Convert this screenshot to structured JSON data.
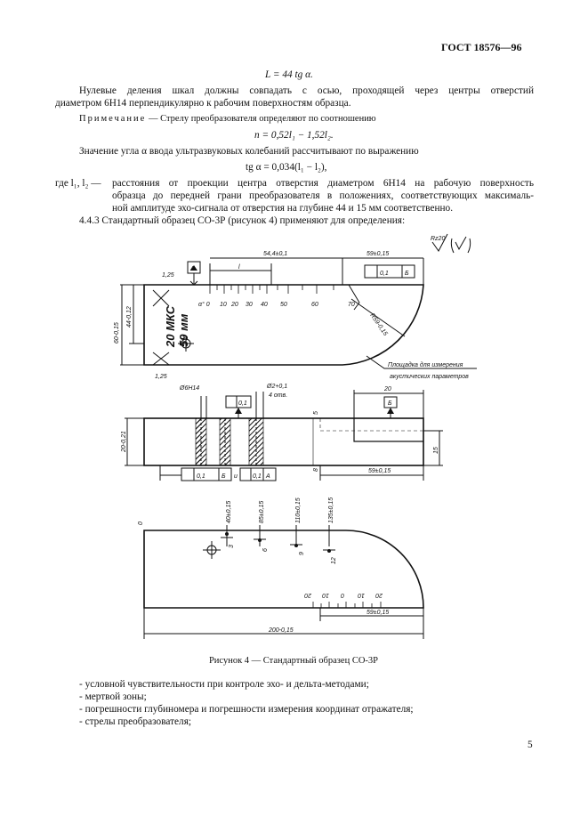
{
  "header": {
    "gost": "ГОСТ 18576—96"
  },
  "formula_L": "L = 44 tg α.",
  "para_zero": "Нулевые деления шкал должны совпадать с осью, проходящей через центры отверстий",
  "para_zero_2": "диаметром 6Н14 перпендикулярно к рабочим поверхностям образца.",
  "note_label": "Примечание",
  "note_text": " — Стрелу преобразователя определяют по соотношению",
  "formula_n": "n = 0,52l₁ − 1,52l₂.",
  "para_angle": "Значение угла α ввода ультразвуковых колебаний рассчитывают по выражению",
  "formula_tg": "tg α = 0,034(l₁ − l₂),",
  "where_lead": "где l₁, l₂ —",
  "where_1": "расстояния от проекции центра отверстия диаметром 6Н14 на рабочую поверхность",
  "where_2": "образца до передней грани преобразователя в положениях, соответствующих максималь-",
  "where_3": "ной амплитуде эхо-сигнала от отверстия на глубине 44 и 15 мм соответственно.",
  "clause": "4.4.3  Стандартный образец СО-3Р (рисунок 4) применяют для определения:",
  "figure": {
    "caption": "Рисунок 4 — Стандартный образец СО-3Р",
    "roughness": "Rz20",
    "dims": {
      "top_len": "54,4±0,1",
      "right_top": "59±0,15",
      "chamfer": "1,25",
      "chamfer_b": "1,25",
      "height_a": "60-0,15",
      "height_b": "44-0,12",
      "marking": "20 МКС",
      "marking_2": "59 мм",
      "radius": "R59-0,15",
      "surface_note": "Площадка для измерения",
      "surface_note_2": "акустических параметров",
      "hole_d": "Ø6Н14",
      "hole_d2": "Ø2+0,1",
      "holes_count": "4 отв.",
      "width": "20-0,21",
      "step": "20",
      "step_h": "5",
      "step_h2": "8",
      "right_dim": "15",
      "base_len": "59±0,15",
      "pos1": "40±0,15",
      "pos2": "85±0,15",
      "pos3": "110±0,15",
      "pos4": "135±0,15",
      "depth1": "3",
      "depth2": "6",
      "depth3": "9",
      "depth4": "12",
      "total_len": "200-0,15",
      "bottom_right": "59±0,15",
      "zero": "0",
      "datum_a": "А",
      "datum_b": "Б",
      "tol": "0,1",
      "and_word": "и",
      "scale_top": [
        "α° 0",
        "10",
        "20",
        "30",
        "40",
        "50",
        "60",
        "70"
      ],
      "scale_bot": [
        "20",
        "10",
        "0",
        "10",
        "20"
      ]
    }
  },
  "bullets": [
    "- условной чувствительности при контроле эхо- и дельта-методами;",
    "- мертвой зоны;",
    "- погрешности глубиномера и погрешности измерения координат отражателя;",
    "- стрелы преобразователя;"
  ],
  "page_number": "5"
}
